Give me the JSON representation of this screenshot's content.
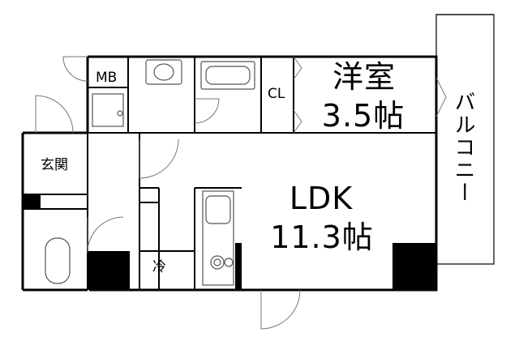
{
  "rooms": {
    "western": {
      "name": "洋室",
      "size": "3.5帖"
    },
    "ldk": {
      "name": "LDK",
      "size": "11.3帖"
    },
    "balcony": {
      "name": "バルコニー"
    },
    "entrance": {
      "name": "玄関"
    },
    "closet": {
      "name": "CL"
    },
    "meter_box": {
      "name": "MB"
    },
    "fridge": {
      "name": "冷"
    }
  },
  "colors": {
    "wall": "#000000",
    "line": "#555555",
    "background": "#ffffff"
  }
}
